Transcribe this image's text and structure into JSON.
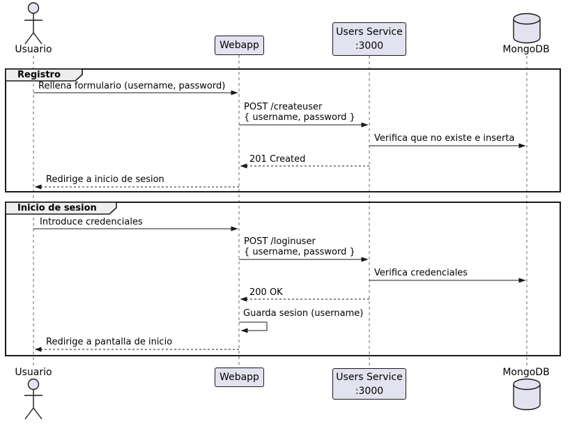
{
  "colors": {
    "background": "#FFFFFF",
    "participant_fill": "#E2E2F0",
    "participant_border": "#181818",
    "frame_border": "#181818",
    "frame_label_fill": "#EEEEEE",
    "arrow": "#181818",
    "lifeline": "#666666"
  },
  "participants": [
    {
      "label": "Usuario",
      "type": "actor"
    },
    {
      "label": "Webapp",
      "type": "box"
    },
    {
      "label": "Users Service",
      "label2": ":3000",
      "type": "box"
    },
    {
      "label": "MongoDB",
      "type": "database"
    }
  ],
  "frames": [
    {
      "label": "Registro"
    },
    {
      "label": "Inicio de sesion"
    }
  ],
  "messages": [
    {
      "from": "Usuario",
      "to": "Webapp",
      "line": "solid",
      "text": "Rellena formulario (username, password)"
    },
    {
      "from": "Webapp",
      "to": "Users Service",
      "line": "solid",
      "text": "POST /createuser",
      "text2": "{ username, password }"
    },
    {
      "from": "Users Service",
      "to": "MongoDB",
      "line": "solid",
      "text": "Verifica que no existe e inserta"
    },
    {
      "from": "Users Service",
      "to": "Webapp",
      "line": "dashed",
      "text": "201 Created"
    },
    {
      "from": "Webapp",
      "to": "Usuario",
      "line": "dashed",
      "text": "Redirige a inicio de sesion"
    },
    {
      "from": "Usuario",
      "to": "Webapp",
      "line": "solid",
      "text": "Introduce credenciales"
    },
    {
      "from": "Webapp",
      "to": "Users Service",
      "line": "solid",
      "text": "POST /loginuser",
      "text2": "{ username, password }"
    },
    {
      "from": "Users Service",
      "to": "MongoDB",
      "line": "solid",
      "text": "Verifica credenciales"
    },
    {
      "from": "Users Service",
      "to": "Webapp",
      "line": "dashed",
      "text": "200 OK"
    },
    {
      "from": "Webapp",
      "to": "Webapp",
      "line": "self",
      "text": "Guarda sesion (username)"
    },
    {
      "from": "Webapp",
      "to": "Usuario",
      "line": "dashed",
      "text": "Redirige a pantalla de inicio"
    }
  ]
}
